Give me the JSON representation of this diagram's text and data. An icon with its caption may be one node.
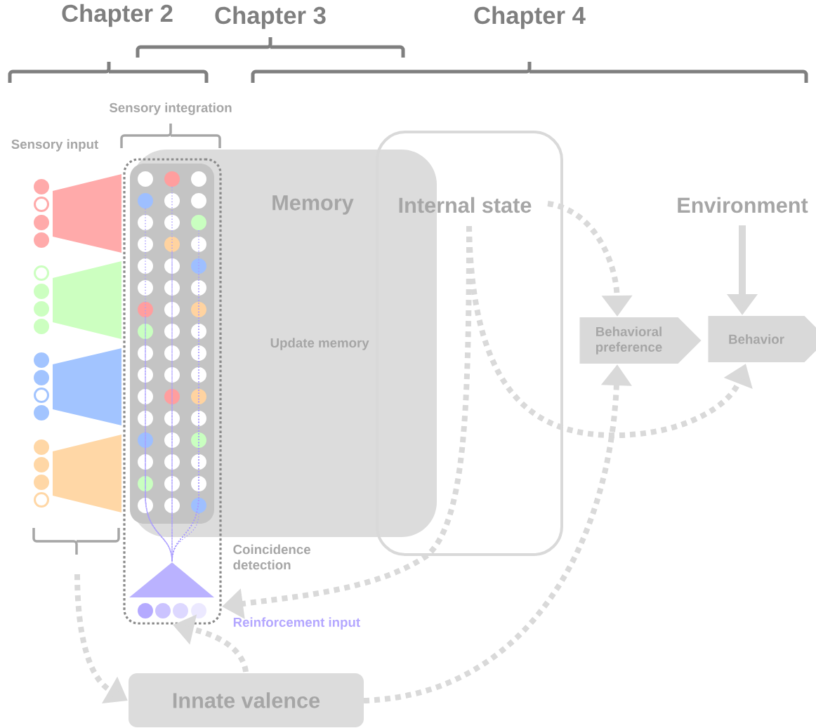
{
  "diagram": {
    "nodes": [
      {
        "text": [],
        "shape": "box"
      },
      {
        "text": [
          "Memory"
        ]
      },
      {
        "text": [
          "Internal state"
        ]
      },
      {
        "text": [
          "Environment"
        ]
      },
      {
        "text": [
          "Behavioral preference"
        ]
      },
      {
        "text": [
          "Behavior"
        ]
      },
      {
        "text": [
          "Innate valence"
        ]
      }
    ],
    "edges": [
      {
        "from": 2,
        "to": 4,
        "arrow": "to",
        "style": "dashed"
      },
      {
        "from": 2,
        "to": 5,
        "arrow": "to",
        "style": "dashed"
      },
      {
        "from": 2,
        "to": 0,
        "arrow": "to",
        "style": "dashed"
      },
      {
        "from": 3,
        "to": 5,
        "arrow": "to"
      },
      {
        "from": 6,
        "to": 4,
        "arrow": "to",
        "style": "dashed"
      },
      {
        "from": 6,
        "to": 0,
        "arrow": "to",
        "style": "dashed"
      },
      {
        "from": null,
        "to": 6,
        "arrow": "to",
        "style": "dashed"
      }
    ],
    "labels": [
      "Chapter 2",
      "Chapter 3",
      "Chapter 4",
      "Sensory integration",
      "Sensory input",
      "Update memory",
      "Coincidence detection",
      "Reinforcement input"
    ]
  }
}
